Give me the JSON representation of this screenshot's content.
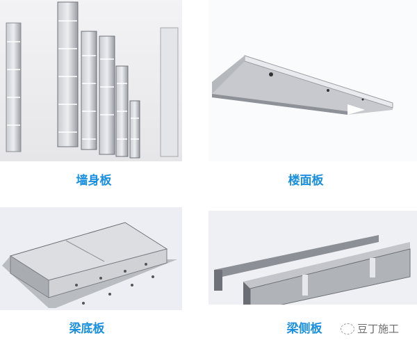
{
  "panels": [
    {
      "label": "墙身板",
      "product": "wall-panel"
    },
    {
      "label": "楼面板",
      "product": "floor-panel"
    },
    {
      "label": "梁底板",
      "product": "beam-bottom-panel"
    },
    {
      "label": "梁侧板",
      "product": "beam-side-panel"
    }
  ],
  "watermark": {
    "text": "豆丁施工",
    "icon": "wechat-logo-icon"
  },
  "colors": {
    "label": "#1a8fe0",
    "background": "#ffffff",
    "photo_bg": "#eeeff4"
  }
}
